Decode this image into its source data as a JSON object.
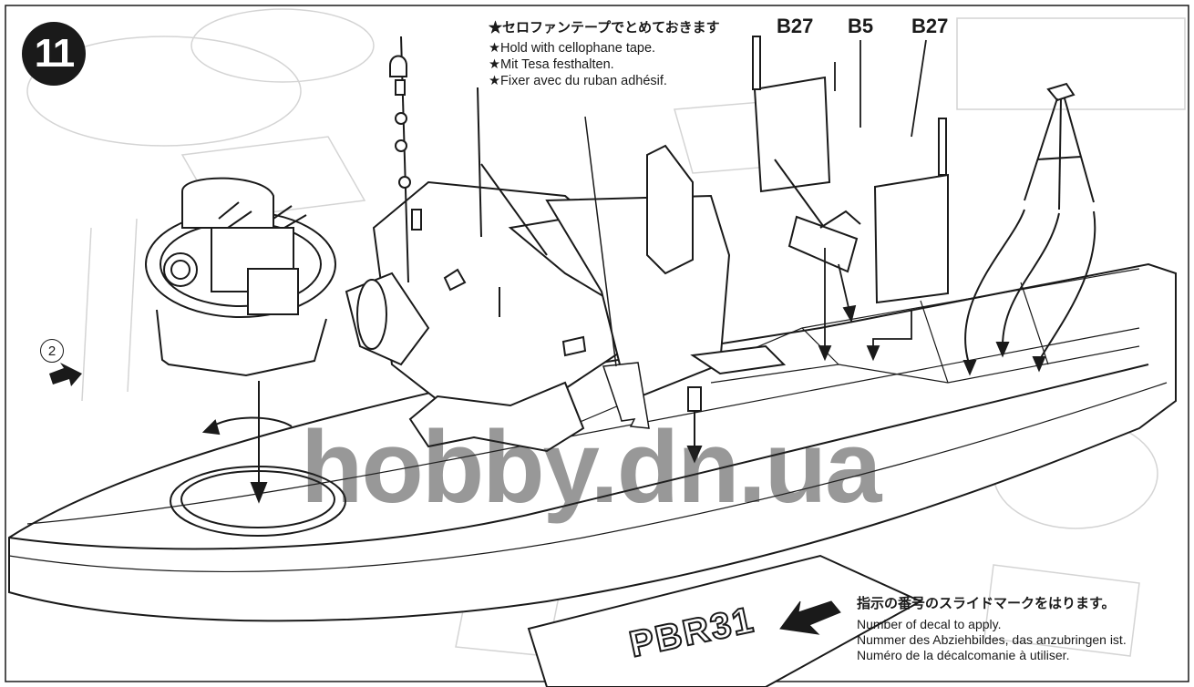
{
  "step": {
    "number": "11"
  },
  "sub_step": "2",
  "tape_note": {
    "jp": "★セロファンテープでとめておきます",
    "en": "★Hold with cellophane tape.",
    "de": "★Mit Tesa festhalten.",
    "fr": "★Fixer avec du ruban adhésif."
  },
  "parts": [
    "B27",
    "B5",
    "B27"
  ],
  "decal_legend": {
    "jp": "指示の番号のスライドマークをはります。",
    "en": "Number of decal to apply.",
    "de": "Nummer des Abziehbildes, das anzubringen ist.",
    "fr": "Numéro de la décalcomanie à utiliser."
  },
  "hull_marking": "PBR31",
  "watermark": "hobby.dn.ua",
  "colors": {
    "ink": "#1a1a1a",
    "paper": "#ffffff",
    "ghost": "#d4d4d4"
  }
}
